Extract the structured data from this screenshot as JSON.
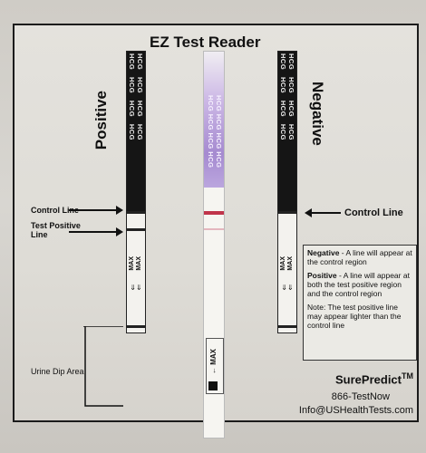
{
  "title": "EZ Test Reader",
  "positive_label": "Positive",
  "negative_label": "Negative",
  "hcg_text": "HCG",
  "max_text": "MAX",
  "labels": {
    "control_line": "Control Line",
    "test_positive_line": "Test Positive Line",
    "urine_dip_area": "Urine Dip Area",
    "control_line_right": "Control Line"
  },
  "info": {
    "negative_title": "Negative",
    "negative_text": " - A line will appear at the control region",
    "positive_title": "Positive",
    "positive_text": " - A line will appear at both the test positive region and the control region",
    "note": "Note: The test positive line may appear lighter than the control line"
  },
  "brand": {
    "name": "SurePredict",
    "tm": "TM",
    "phone": "866-TestNow",
    "email": "Info@USHealthTests.com"
  },
  "colors": {
    "strip_head": "#151515",
    "test_line": "#c0344a",
    "dye": "#a58ad0"
  }
}
